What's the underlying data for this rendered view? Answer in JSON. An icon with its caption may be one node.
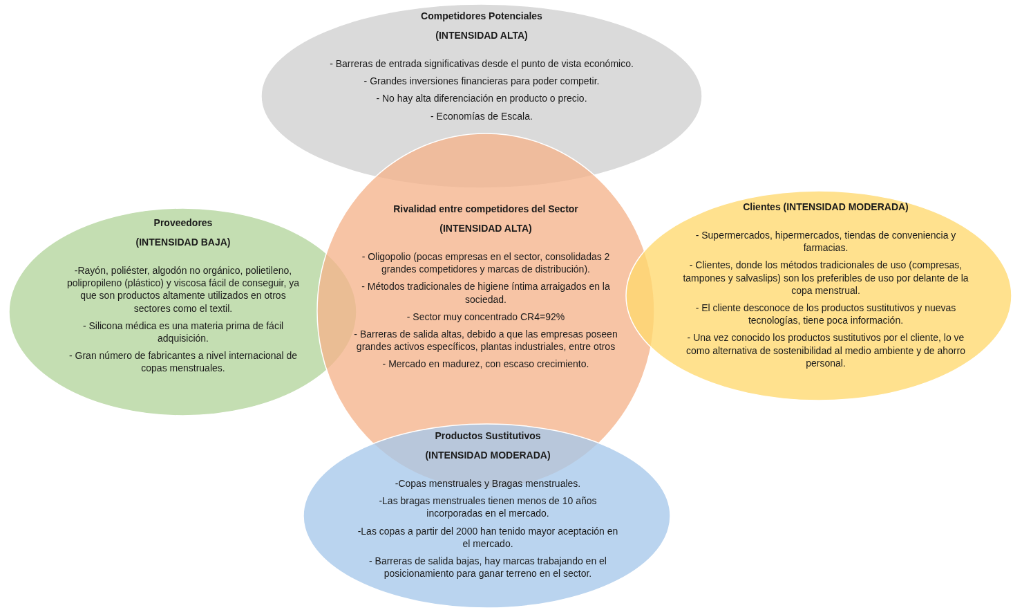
{
  "diagram": {
    "nodes": [
      {
        "text": [
          "Competidores Potenciales (INTENSIDAD ALTA)",
          "- Barreras de entrada significativas desde el punto de vista económico.",
          "- Grandes inversiones financieras para poder competir.",
          "- No hay alta diferenciación en producto o precio.",
          "- Economías de Escala."
        ]
      },
      {
        "text": [
          "Proveedores (INTENSIDAD BAJA)",
          "-Rayón, poliéster, algodón no orgánico, polietileno, polipropileno (plástico) y viscosa fácil de conseguir, ya que son productos altamente utilizados en otros sectores como el textil.",
          "- Silicona médica es una materia prima de fácil adquisición.",
          "- Gran número de fabricantes a nivel internacional de copas menstruales."
        ]
      },
      {
        "text": [
          "Rivalidad entre competidores del Sector (INTENSIDAD ALTA)",
          "- Oligopolio (pocas empresas en el sector, consolidadas 2 grandes competidores y marcas de distribución).",
          "- Métodos tradicionales de higiene íntima arraigados en la sociedad.",
          "- Sector muy concentrado CR4=92%",
          "- Barreras de salida altas, debido a que las empresas poseen grandes activos específicos, plantas industriales, entre otros",
          "- Mercado en madurez, con escaso crecimiento."
        ]
      },
      {
        "text": [
          "Clientes (INTENSIDAD MODERADA)",
          "- Supermercados, hipermercados, tiendas de conveniencia y farmacias.",
          "- Clientes, donde los métodos tradicionales de uso (compresas, tampones y salvaslips) son los preferibles de uso por delante de la copa menstrual.",
          "- El cliente desconoce de los productos sustitutivos y nuevas tecnologías, tiene poca información.",
          "- Una vez conocido los productos sustitutivos por el cliente, lo ve como alternativa de sostenibilidad al medio ambiente y de ahorro personal."
        ]
      },
      {
        "text": [
          "Productos Sustitutivos (INTENSIDAD MODERADA)",
          "-Copas menstruales y Bragas menstruales.",
          "-Las bragas menstruales tienen menos de 10 años incorporadas en el mercado.",
          "-Las copas a partir del 2000 han tenido mayor aceptación en el mercado.",
          "- Barreras de salida bajas, hay marcas trabajando en el posicionamiento para ganar terreno en el sector."
        ]
      }
    ]
  }
}
